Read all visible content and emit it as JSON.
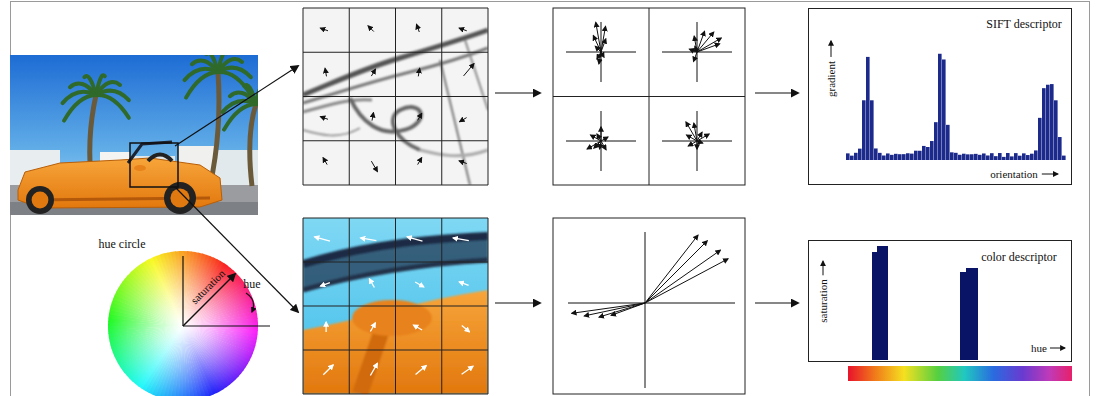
{
  "diagram": {
    "nodes": [
      {
        "text": [
          "SIFT descriptor",
          "gradient",
          "orientation"
        ]
      },
      {
        "text": [
          "color descriptor",
          "saturation",
          "hue"
        ]
      }
    ],
    "labels": [
      "hue circle",
      "saturation",
      "hue"
    ]
  }
}
